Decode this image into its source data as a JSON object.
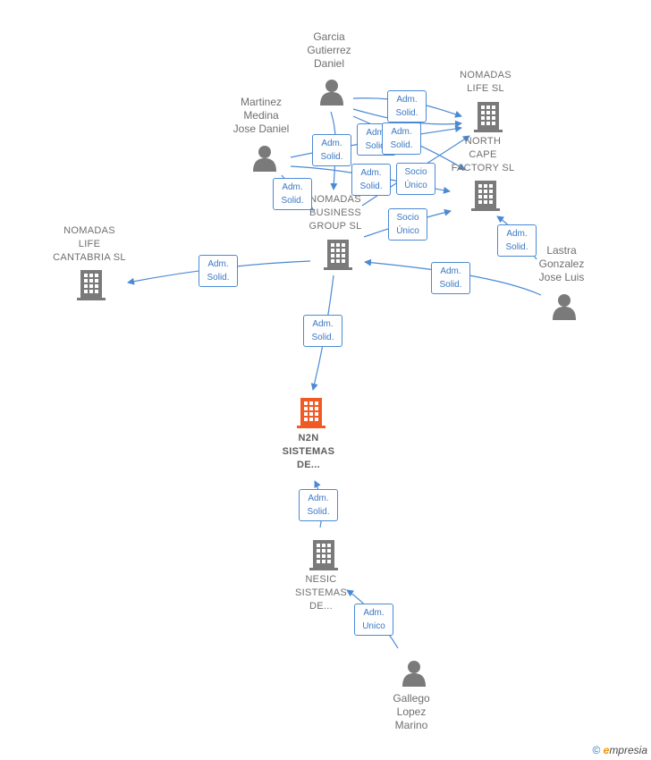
{
  "nodes": {
    "garcia": "Garcia\nGutierrez\nDaniel",
    "martinez": "Martinez\nMedina\nJose Daniel",
    "nomadas_life": "NOMADAS\nLIFE  SL",
    "north_cape": "NORTH\nCAPE\nFACTORY  SL",
    "nomadas_business": "NOMADAS\nBUSINESS\nGROUP  SL",
    "nomadas_cantabria": "NOMADAS\nLIFE\nCANTABRIA  SL",
    "lastra": "Lastra\nGonzalez\nJose Luis",
    "n2n": "N2N\nSISTEMAS\nDE...",
    "nesic": "NESIC\nSISTEMAS\nDE...",
    "gallego": "Gallego\nLopez\nMarino"
  },
  "edges": {
    "adm_solid": "Adm.\nSolid.",
    "socio_unico": "Socio\nÚnico",
    "adm_unico": "Adm.\nUnico"
  },
  "footer": {
    "copyright": "©",
    "brand_e": "e",
    "brand_rest": "mpresia"
  },
  "colors": {
    "edge": "#4a8ad4",
    "icon": "#7a7a7a",
    "focus": "#f15a24"
  }
}
